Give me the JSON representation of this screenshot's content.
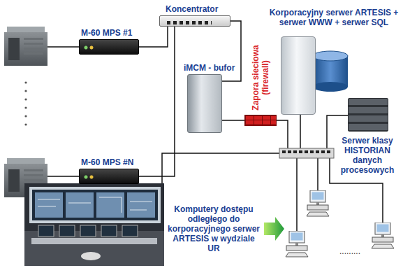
{
  "diagram": {
    "nodes": [
      {
        "text": [
          "M-60 MPS #1"
        ]
      },
      {
        "text": [
          "M-60 MPS #N"
        ]
      },
      {
        "text": [
          "Koncentrator"
        ]
      },
      {
        "text": [
          "iMCM - bufor"
        ]
      },
      {
        "text": [
          "Zapora sieciowa (firewall)"
        ]
      },
      {
        "text": [
          "Korporacyjny serwer ARTESIS + serwer WWW + serwer SQL"
        ]
      },
      {
        "text": [
          "Serwer klasy HISTORIAN danych procesowych"
        ]
      }
    ],
    "edges": [
      {
        "from": 0,
        "to": 2,
        "arrow": "none"
      },
      {
        "from": 1,
        "to": 2,
        "arrow": "none"
      },
      {
        "from": 2,
        "to": 3,
        "arrow": "none"
      },
      {
        "from": 3,
        "to": 4,
        "arrow": "none"
      }
    ],
    "labels": [
      "Komputery dostępu odległego do korporacyjnego serwer ARTESIS w wydziale UR",
      "........."
    ]
  }
}
